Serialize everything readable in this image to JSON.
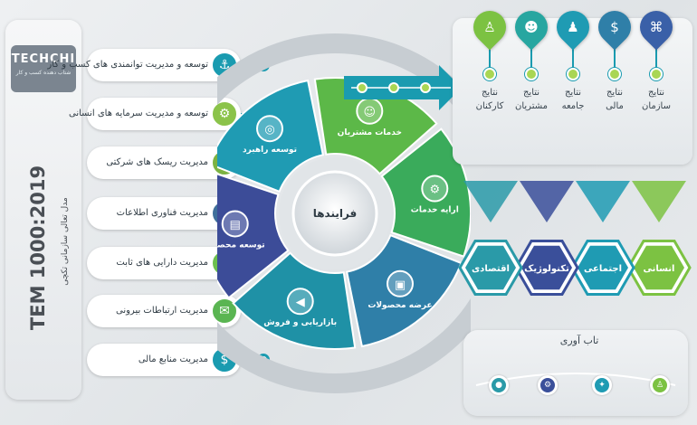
{
  "brand": {
    "logo_text": "TECHCHI",
    "logo_tagline": "شتاب دهنده کسب و کار",
    "title": "TEM 1000:2019",
    "subtitle": "مدل تعالی سازمانی تکچی"
  },
  "left_items": [
    {
      "label": "توسعه و مدیریت توانمندی های کسب و کار",
      "icon": "anchor-icon",
      "color": "#1a9bb0"
    },
    {
      "label": "توسعه و مدیریت سرمایه های انسانی",
      "icon": "gears-icon",
      "color": "#8bc34a"
    },
    {
      "label": "مدیریت ریسک های شرکتی",
      "icon": "warning-icon",
      "color": "#7cb342"
    },
    {
      "label": "مدیریت فناوری اطلاعات",
      "icon": "computer-icon",
      "color": "#3f6f9b"
    },
    {
      "label": "مدیریت دارایی های ثابت",
      "icon": "house-icon",
      "color": "#6cbf4f"
    },
    {
      "label": "مدیریت ارتباطات بیرونی",
      "icon": "speech-icon",
      "color": "#5ab552"
    },
    {
      "label": "مدیریت منابع مالی",
      "icon": "money-icon",
      "color": "#1a9bb0"
    }
  ],
  "center": {
    "label": "فرایندها",
    "segments": [
      {
        "label": "خدمات مشتریان",
        "color": "#5cb848",
        "icon": "customer-service-icon"
      },
      {
        "label": "ارایه خدمات",
        "color": "#3aab5b",
        "icon": "service-gear-icon"
      },
      {
        "label": "عرضه محصولات",
        "color": "#2f7fa8",
        "icon": "product-icon"
      },
      {
        "label": "بازاریابی و فروش",
        "color": "#1f91a6",
        "icon": "megaphone-icon"
      },
      {
        "label": "توسعه محصول",
        "color": "#3c4c98",
        "icon": "ticket-icon"
      },
      {
        "label": "توسعه راهبرد",
        "color": "#1f9bb3",
        "icon": "radar-icon"
      }
    ]
  },
  "results": [
    {
      "line1": "نتایج",
      "line2": "سازمان",
      "icon": "org-chart-icon",
      "color": "#3a60a8"
    },
    {
      "line1": "نتایج",
      "line2": "مالی",
      "icon": "money-bag-icon",
      "color": "#2f7fa8"
    },
    {
      "line1": "نتایج",
      "line2": "جامعه",
      "icon": "community-icon",
      "color": "#1f9bb3"
    },
    {
      "line1": "نتایج",
      "line2": "مشتریان",
      "icon": "customers-icon",
      "color": "#27a6a0"
    },
    {
      "line1": "نتایج",
      "line2": "کارکنان",
      "icon": "employees-icon",
      "color": "#7cc242"
    }
  ],
  "hexagons": [
    {
      "label": "انسانی",
      "color": "#7cc242"
    },
    {
      "label": "اجتماعی",
      "color": "#1f9bb3"
    },
    {
      "label": "تکنولوژیک",
      "color": "#3a4f9a"
    },
    {
      "label": "اقتصادی",
      "color": "#2a9aa8"
    }
  ],
  "resilience": {
    "title": "تاب آوری",
    "beads": [
      {
        "icon": "person-icon",
        "color": "#7cc242"
      },
      {
        "icon": "handshake-icon",
        "color": "#1f9bb3"
      },
      {
        "icon": "gear-icon",
        "color": "#3a4f9a"
      },
      {
        "icon": "coin-icon",
        "color": "#2a9aa8"
      }
    ]
  }
}
